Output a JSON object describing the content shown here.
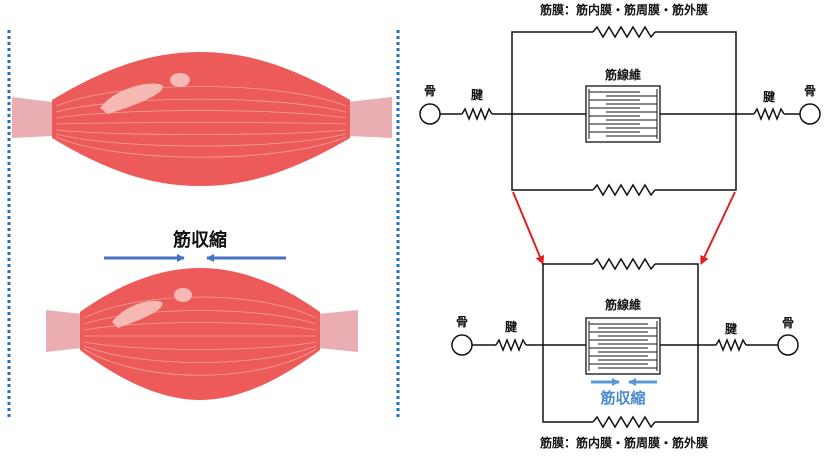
{
  "left_panel": {
    "contraction_label": "筋収縮"
  },
  "right_panel": {
    "top_model": {
      "membrane_label": "筋膜：筋内膜・筋周膜・筋外膜",
      "fiber_label": "筋線維",
      "bone_left": "骨",
      "bone_right": "骨",
      "tendon_left": "腱",
      "tendon_right": "腱"
    },
    "bottom_model": {
      "membrane_label": "筋膜：筋内膜・筋周膜・筋外膜",
      "fiber_label": "筋線維",
      "contraction_label": "筋収縮",
      "bone_left": "骨",
      "bone_right": "骨",
      "tendon_left": "腱",
      "tendon_right": "腱"
    }
  },
  "colors": {
    "muscle": "#ec5a5a",
    "muscle_light": "#f6b9b4",
    "tendon": "#eaaeb2",
    "dotted_line": "#1f6fc4",
    "arrow_blue": "#4472c4",
    "contraction_blue": "#5b9bd5",
    "transition_arrow": "#e02020"
  }
}
